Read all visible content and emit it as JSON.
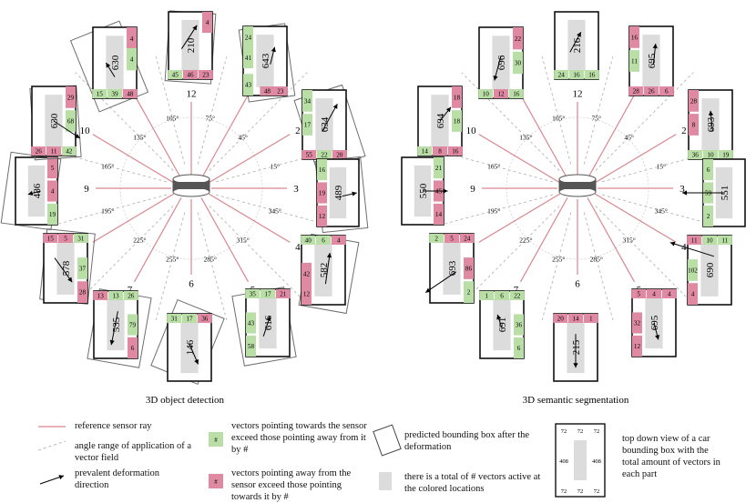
{
  "panels": [
    {
      "title": "3D object detection",
      "boxes": [
        {
          "id": "12",
          "total": "210",
          "rot": 0,
          "cells": [
            {
              "side": "r",
              "pos": 0.08,
              "text": "4",
              "color": "red"
            },
            {
              "side": "b",
              "pos": 0.15,
              "text": "45",
              "color": "green"
            },
            {
              "side": "b",
              "pos": 0.5,
              "text": "46",
              "color": "red"
            },
            {
              "side": "b",
              "pos": 0.85,
              "text": "23",
              "color": "red"
            }
          ]
        },
        {
          "id": "1",
          "total": "643",
          "rot": 0,
          "cells": [
            {
              "side": "l",
              "pos": 0.1,
              "text": "24",
              "color": "green"
            },
            {
              "side": "l",
              "pos": 0.45,
              "text": "41",
              "color": "green"
            },
            {
              "side": "l",
              "pos": 0.88,
              "text": "43",
              "color": "green"
            },
            {
              "side": "b",
              "pos": 0.55,
              "text": "48",
              "color": "red"
            },
            {
              "side": "b",
              "pos": 0.85,
              "text": "23",
              "color": "red"
            }
          ]
        },
        {
          "id": "2",
          "total": "634",
          "rot": 0,
          "cells": [
            {
              "side": "l",
              "pos": 0.1,
              "text": "34",
              "color": "green"
            },
            {
              "side": "l",
              "pos": 0.5,
              "text": "17",
              "color": "green"
            },
            {
              "side": "b",
              "pos": 0.15,
              "text": "55",
              "color": "red"
            },
            {
              "side": "b",
              "pos": 0.5,
              "text": "22",
              "color": "green"
            },
            {
              "side": "b",
              "pos": 0.85,
              "text": "20",
              "color": "red"
            }
          ]
        },
        {
          "id": "3",
          "total": "489",
          "rot": 0,
          "cells": [
            {
              "side": "l",
              "pos": 0.1,
              "text": "16",
              "color": "green"
            },
            {
              "side": "l",
              "pos": 0.5,
              "text": "19",
              "color": "red"
            },
            {
              "side": "l",
              "pos": 0.9,
              "text": "12",
              "color": "red"
            }
          ]
        },
        {
          "id": "4",
          "total": "582",
          "rot": 0,
          "cells": [
            {
              "side": "t",
              "pos": 0.15,
              "text": "40",
              "color": "green"
            },
            {
              "side": "t",
              "pos": 0.5,
              "text": "6",
              "color": "green"
            },
            {
              "side": "t",
              "pos": 0.85,
              "text": "4",
              "color": "red"
            },
            {
              "side": "l",
              "pos": 0.55,
              "text": "42",
              "color": "red"
            },
            {
              "side": "l",
              "pos": 0.9,
              "text": "12",
              "color": "red"
            }
          ]
        },
        {
          "id": "5",
          "total": "616",
          "rot": 0,
          "cells": [
            {
              "side": "t",
              "pos": 0.15,
              "text": "35",
              "color": "green"
            },
            {
              "side": "t",
              "pos": 0.5,
              "text": "17",
              "color": "green"
            },
            {
              "side": "t",
              "pos": 0.85,
              "text": "21",
              "color": "red"
            },
            {
              "side": "l",
              "pos": 0.5,
              "text": "43",
              "color": "green"
            },
            {
              "side": "l",
              "pos": 0.9,
              "text": "58",
              "color": "green"
            }
          ]
        },
        {
          "id": "6",
          "total": "146",
          "rot": 0,
          "cells": [
            {
              "side": "t",
              "pos": 0.15,
              "text": "31",
              "color": "green"
            },
            {
              "side": "t",
              "pos": 0.5,
              "text": "17",
              "color": "green"
            },
            {
              "side": "t",
              "pos": 0.85,
              "text": "36",
              "color": "red"
            }
          ]
        },
        {
          "id": "7",
          "total": "535",
          "rot": 0,
          "cells": [
            {
              "side": "t",
              "pos": 0.15,
              "text": "13",
              "color": "red"
            },
            {
              "side": "t",
              "pos": 0.5,
              "text": "13",
              "color": "green"
            },
            {
              "side": "t",
              "pos": 0.85,
              "text": "26",
              "color": "green"
            },
            {
              "side": "r",
              "pos": 0.5,
              "text": "79",
              "color": "green"
            },
            {
              "side": "r",
              "pos": 0.9,
              "text": "6",
              "color": "red"
            }
          ]
        },
        {
          "id": "8",
          "total": "578",
          "rot": 0,
          "cells": [
            {
              "side": "t",
              "pos": 0.15,
              "text": "15",
              "color": "red"
            },
            {
              "side": "t",
              "pos": 0.5,
              "text": "5",
              "color": "red"
            },
            {
              "side": "t",
              "pos": 0.85,
              "text": "31",
              "color": "green"
            },
            {
              "side": "r",
              "pos": 0.5,
              "text": "37",
              "color": "green"
            },
            {
              "side": "r",
              "pos": 0.9,
              "text": "28",
              "color": "red"
            }
          ]
        },
        {
          "id": "9",
          "total": "486",
          "rot": 0,
          "cells": [
            {
              "side": "r",
              "pos": 0.1,
              "text": "5",
              "color": "red"
            },
            {
              "side": "r",
              "pos": 0.5,
              "text": "4",
              "color": "red"
            },
            {
              "side": "r",
              "pos": 0.9,
              "text": "19",
              "color": "green"
            }
          ]
        },
        {
          "id": "10",
          "total": "630",
          "rot": 0,
          "cells": [
            {
              "side": "r",
              "pos": 0.1,
              "text": "29",
              "color": "red"
            },
            {
              "side": "r",
              "pos": 0.5,
              "text": "68",
              "color": "green"
            },
            {
              "side": "b",
              "pos": 0.15,
              "text": "26",
              "color": "red"
            },
            {
              "side": "b",
              "pos": 0.5,
              "text": "11",
              "color": "red"
            },
            {
              "side": "b",
              "pos": 0.85,
              "text": "42",
              "color": "green"
            }
          ]
        },
        {
          "id": "11",
          "total": "630",
          "rot": 0,
          "cells": [
            {
              "side": "r",
              "pos": 0.08,
              "text": "4",
              "color": "red"
            },
            {
              "side": "r",
              "pos": 0.45,
              "text": "4",
              "color": "green"
            },
            {
              "side": "b",
              "pos": 0.15,
              "text": "15",
              "color": "green"
            },
            {
              "side": "b",
              "pos": 0.5,
              "text": "39",
              "color": "green"
            },
            {
              "side": "b",
              "pos": 0.85,
              "text": "48",
              "color": "red"
            }
          ]
        }
      ]
    },
    {
      "title": "3D semantic segmentation",
      "boxes": [
        {
          "id": "12",
          "total": "216",
          "rot": 0,
          "cells": [
            {
              "side": "b",
              "pos": 0.15,
              "text": "24",
              "color": "green"
            },
            {
              "side": "b",
              "pos": 0.5,
              "text": "16",
              "color": "green"
            },
            {
              "side": "b",
              "pos": 0.85,
              "text": "16",
              "color": "green"
            }
          ]
        },
        {
          "id": "1",
          "total": "695",
          "rot": 0,
          "cells": [
            {
              "side": "l",
              "pos": 0.1,
              "text": "16",
              "color": "red"
            },
            {
              "side": "l",
              "pos": 0.5,
              "text": "11",
              "color": "green"
            },
            {
              "side": "b",
              "pos": 0.15,
              "text": "28",
              "color": "red"
            },
            {
              "side": "b",
              "pos": 0.5,
              "text": "26",
              "color": "red"
            },
            {
              "side": "b",
              "pos": 0.85,
              "text": "6",
              "color": "red"
            }
          ]
        },
        {
          "id": "2",
          "total": "693",
          "rot": 0,
          "cells": [
            {
              "side": "l",
              "pos": 0.1,
              "text": "28",
              "color": "red"
            },
            {
              "side": "l",
              "pos": 0.5,
              "text": "8",
              "color": "red"
            },
            {
              "side": "b",
              "pos": 0.15,
              "text": "36",
              "color": "green"
            },
            {
              "side": "b",
              "pos": 0.5,
              "text": "10",
              "color": "green"
            },
            {
              "side": "b",
              "pos": 0.85,
              "text": "19",
              "color": "green"
            }
          ]
        },
        {
          "id": "3",
          "total": "551",
          "rot": 0,
          "cells": [
            {
              "side": "l",
              "pos": 0.1,
              "text": "6",
              "color": "green"
            },
            {
              "side": "l",
              "pos": 0.5,
              "text": "59",
              "color": "green"
            },
            {
              "side": "l",
              "pos": 0.9,
              "text": "2",
              "color": "green"
            }
          ]
        },
        {
          "id": "4",
          "total": "690",
          "rot": 0,
          "cells": [
            {
              "side": "t",
              "pos": 0.15,
              "text": "11",
              "color": "red"
            },
            {
              "side": "t",
              "pos": 0.5,
              "text": "10",
              "color": "green"
            },
            {
              "side": "t",
              "pos": 0.85,
              "text": "11",
              "color": "green"
            },
            {
              "side": "l",
              "pos": 0.5,
              "text": "102",
              "color": "green"
            },
            {
              "side": "l",
              "pos": 0.9,
              "text": "4",
              "color": "red"
            }
          ]
        },
        {
          "id": "5",
          "total": "695",
          "rot": 0,
          "cells": [
            {
              "side": "t",
              "pos": 0.15,
              "text": "5",
              "color": "red"
            },
            {
              "side": "t",
              "pos": 0.5,
              "text": "4",
              "color": "red"
            },
            {
              "side": "t",
              "pos": 0.85,
              "text": "4",
              "color": "red"
            },
            {
              "side": "l",
              "pos": 0.5,
              "text": "32",
              "color": "red"
            },
            {
              "side": "l",
              "pos": 0.9,
              "text": "12",
              "color": "red"
            }
          ]
        },
        {
          "id": "6",
          "total": "215",
          "rot": 0,
          "cells": [
            {
              "side": "t",
              "pos": 0.15,
              "text": "20",
              "color": "red"
            },
            {
              "side": "t",
              "pos": 0.5,
              "text": "14",
              "color": "red"
            },
            {
              "side": "t",
              "pos": 0.85,
              "text": "1",
              "color": "red"
            }
          ]
        },
        {
          "id": "7",
          "total": "691",
          "rot": 0,
          "cells": [
            {
              "side": "t",
              "pos": 0.15,
              "text": "1",
              "color": "green"
            },
            {
              "side": "t",
              "pos": 0.5,
              "text": "6",
              "color": "green"
            },
            {
              "side": "t",
              "pos": 0.85,
              "text": "22",
              "color": "green"
            },
            {
              "side": "r",
              "pos": 0.5,
              "text": "36",
              "color": "green"
            },
            {
              "side": "r",
              "pos": 0.9,
              "text": "6",
              "color": "green"
            }
          ]
        },
        {
          "id": "8",
          "total": "693",
          "rot": 0,
          "cells": [
            {
              "side": "t",
              "pos": 0.15,
              "text": "2",
              "color": "green"
            },
            {
              "side": "t",
              "pos": 0.5,
              "text": "5",
              "color": "red"
            },
            {
              "side": "t",
              "pos": 0.85,
              "text": "24",
              "color": "red"
            },
            {
              "side": "r",
              "pos": 0.5,
              "text": "86",
              "color": "red"
            },
            {
              "side": "r",
              "pos": 0.9,
              "text": "2",
              "color": "green"
            }
          ]
        },
        {
          "id": "9",
          "total": "550",
          "rot": 0,
          "cells": [
            {
              "side": "r",
              "pos": 0.1,
              "text": "21",
              "color": "green"
            },
            {
              "side": "r",
              "pos": 0.5,
              "text": "45",
              "color": "red"
            },
            {
              "side": "r",
              "pos": 0.9,
              "text": "14",
              "color": "red"
            }
          ]
        },
        {
          "id": "10",
          "total": "694",
          "rot": 0,
          "cells": [
            {
              "side": "r",
              "pos": 0.1,
              "text": "18",
              "color": "red"
            },
            {
              "side": "r",
              "pos": 0.5,
              "text": "18",
              "color": "green"
            },
            {
              "side": "b",
              "pos": 0.15,
              "text": "14",
              "color": "green"
            },
            {
              "side": "b",
              "pos": 0.5,
              "text": "8",
              "color": "red"
            },
            {
              "side": "b",
              "pos": 0.85,
              "text": "16",
              "color": "red"
            }
          ]
        },
        {
          "id": "11",
          "total": "696",
          "rot": 0,
          "cells": [
            {
              "side": "r",
              "pos": 0.1,
              "text": "22",
              "color": "red"
            },
            {
              "side": "r",
              "pos": 0.5,
              "text": "30",
              "color": "green"
            },
            {
              "side": "b",
              "pos": 0.15,
              "text": "10",
              "color": "green"
            },
            {
              "side": "b",
              "pos": 0.5,
              "text": "12",
              "color": "red"
            },
            {
              "side": "b",
              "pos": 0.85,
              "text": "16",
              "color": "green"
            }
          ]
        }
      ]
    }
  ],
  "angles": [
    "15°",
    "45°",
    "75°",
    "105°",
    "135°",
    "165°",
    "195°",
    "225°",
    "255°",
    "285°",
    "315°",
    "345°"
  ],
  "legend": {
    "ray": "reference sensor ray",
    "range": "angle range of application of a vector field",
    "arrow": "prevalent deformation direction",
    "green_sym": "#",
    "green": "vectors pointing towards the sensor exceed those pointing away from it by #",
    "red_sym": "#",
    "red": "vectors pointing away from the sensor exceed those pointing towards it by #",
    "pred": "predicted bounding box after the deformation",
    "gray": "there is a total of # vectors active at the colored locations",
    "topdown": "top down view of a car bounding box with the total amount of vectors in each part",
    "example": {
      "top": [
        "72",
        "72",
        "72"
      ],
      "left": "408",
      "right": "408",
      "bottom": [
        "72",
        "72",
        "72"
      ]
    }
  },
  "colors": {
    "green": "#b9dfa6",
    "red": "#df8aa2",
    "gray": "#dcdcdc",
    "ray": "#d9868f",
    "dash": "#b5b5b5",
    "arrow": "#000000"
  }
}
